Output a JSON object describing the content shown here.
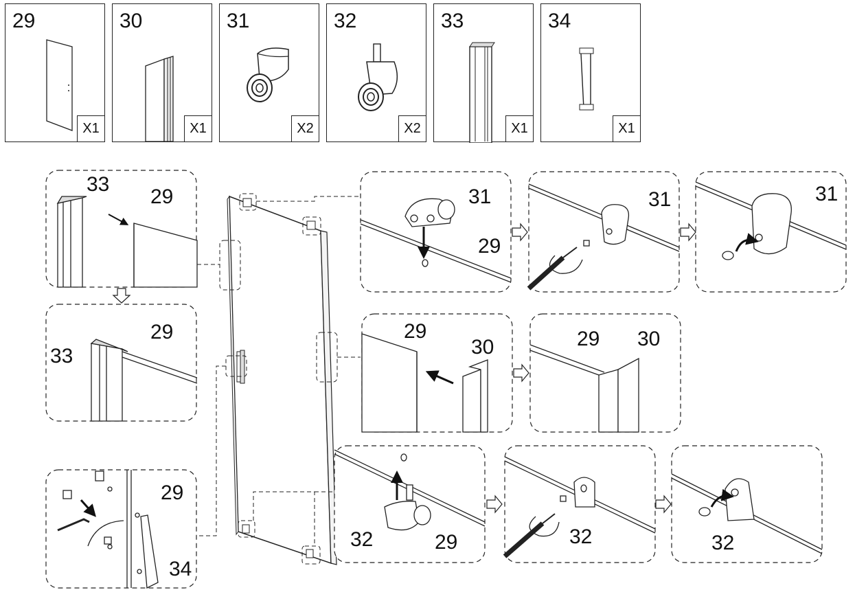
{
  "parts": [
    {
      "number": "29",
      "qty": "X1",
      "icon": "glass-panel-icon"
    },
    {
      "number": "30",
      "qty": "X1",
      "icon": "wall-profile-icon"
    },
    {
      "number": "31",
      "qty": "X2",
      "icon": "top-roller-icon"
    },
    {
      "number": "32",
      "qty": "X2",
      "icon": "bottom-roller-icon"
    },
    {
      "number": "33",
      "qty": "X1",
      "icon": "seal-profile-icon"
    },
    {
      "number": "34",
      "qty": "X1",
      "icon": "handle-icon"
    }
  ],
  "callouts": {
    "seal_box_top": {
      "a": "33",
      "b": "29"
    },
    "seal_box_bottom": {
      "a": "29",
      "b": "33"
    },
    "handle_box": {
      "a": "29",
      "b": "34"
    },
    "top_roller_1": {
      "a": "31",
      "b": "29"
    },
    "top_roller_2": {
      "a": "31"
    },
    "top_roller_3": {
      "a": "31"
    },
    "profile_box_1": {
      "a": "29",
      "b": "30"
    },
    "profile_box_2": {
      "a": "29",
      "b": "30"
    },
    "bottom_roller_1": {
      "a": "32",
      "b": "29"
    },
    "bottom_roller_2": {
      "a": "32"
    },
    "bottom_roller_3": {
      "a": "32"
    }
  }
}
